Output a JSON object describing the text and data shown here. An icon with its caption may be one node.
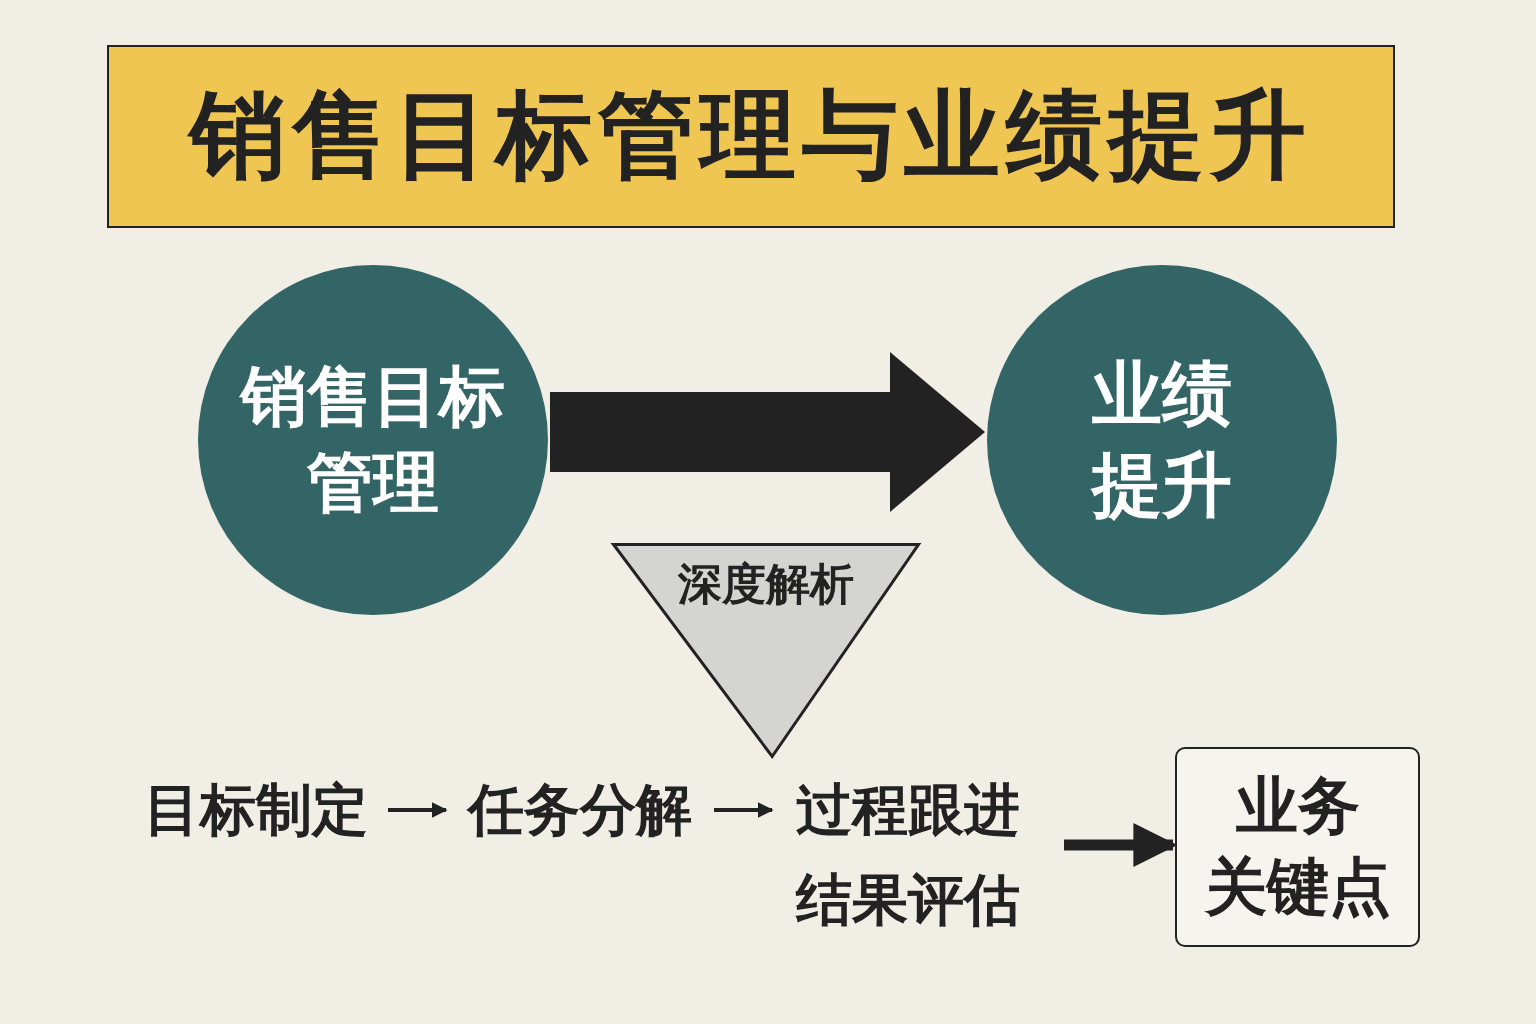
{
  "diagram": {
    "title": "销售目标管理与业绩提升",
    "nodes": [
      {
        "text": [
          "销售目标管理"
        ]
      },
      {
        "text": [
          "业绩提升"
        ]
      },
      {
        "text": [
          "深度解析"
        ]
      },
      {
        "text": [
          "目标制定"
        ]
      },
      {
        "text": [
          "任务分解"
        ]
      },
      {
        "text": [
          "过程跟进"
        ]
      },
      {
        "text": [
          "结果评估"
        ]
      },
      {
        "text": [
          "业务关键点"
        ]
      }
    ],
    "edges": [
      {
        "from": 0,
        "to": 1,
        "arrow": "to",
        "style": "thick"
      },
      {
        "from": 3,
        "to": 4,
        "arrow": "to"
      },
      {
        "from": 4,
        "to": 5,
        "arrow": "to"
      },
      {
        "from": 5,
        "to": 7,
        "arrow": "to",
        "style": "thick"
      }
    ]
  }
}
